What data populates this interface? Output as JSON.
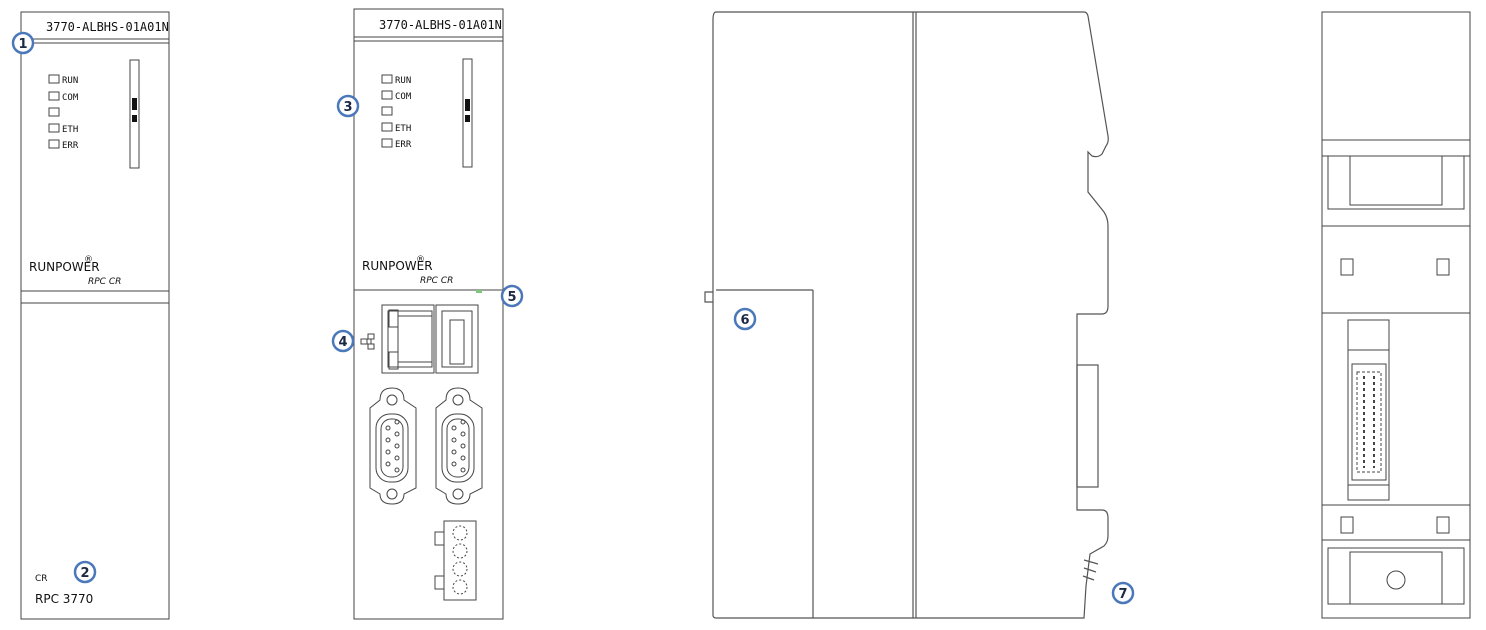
{
  "front_view": {
    "model": "3770-ALBHS-01A01N",
    "leds": [
      "RUN",
      "COM",
      "",
      "ETH",
      "ERR"
    ],
    "brand": "RUNPOWER",
    "brand_mark": "®",
    "sub_brand": "RPC CR",
    "bottom_small": "CR",
    "bottom_label": "RPC 3770"
  },
  "ports_view": {
    "model": "3770-ALBHS-01A01N",
    "leds": [
      "RUN",
      "COM",
      "",
      "ETH",
      "ERR"
    ],
    "brand": "RUNPOWER",
    "brand_mark": "®",
    "sub_brand": "RPC CR",
    "network_symbol": "network-icon"
  },
  "callouts": [
    "1",
    "2",
    "3",
    "4",
    "5",
    "6",
    "7"
  ],
  "colors": {
    "callout_ring": "#4a78b8",
    "line": "#444444",
    "led_indicator": "#7cc87c"
  }
}
